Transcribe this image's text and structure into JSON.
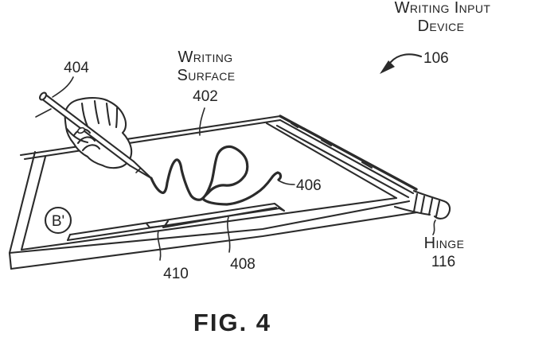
{
  "figure": {
    "title": {
      "line1": "Writing Input",
      "line2": "Device",
      "ref": "106"
    },
    "surface": {
      "line1": "Writing",
      "line2": "Surface",
      "ref": "402"
    },
    "stylus_ref": "404",
    "ink_stroke_ref": "406",
    "slot_ref": "408",
    "tab_ref": "410",
    "hinge": {
      "label": "Hinge",
      "ref": "116"
    },
    "section_marker": "B'",
    "caption": "FIG. 4",
    "colors": {
      "ink": "#2b2b2b",
      "background": "#ffffff"
    }
  }
}
